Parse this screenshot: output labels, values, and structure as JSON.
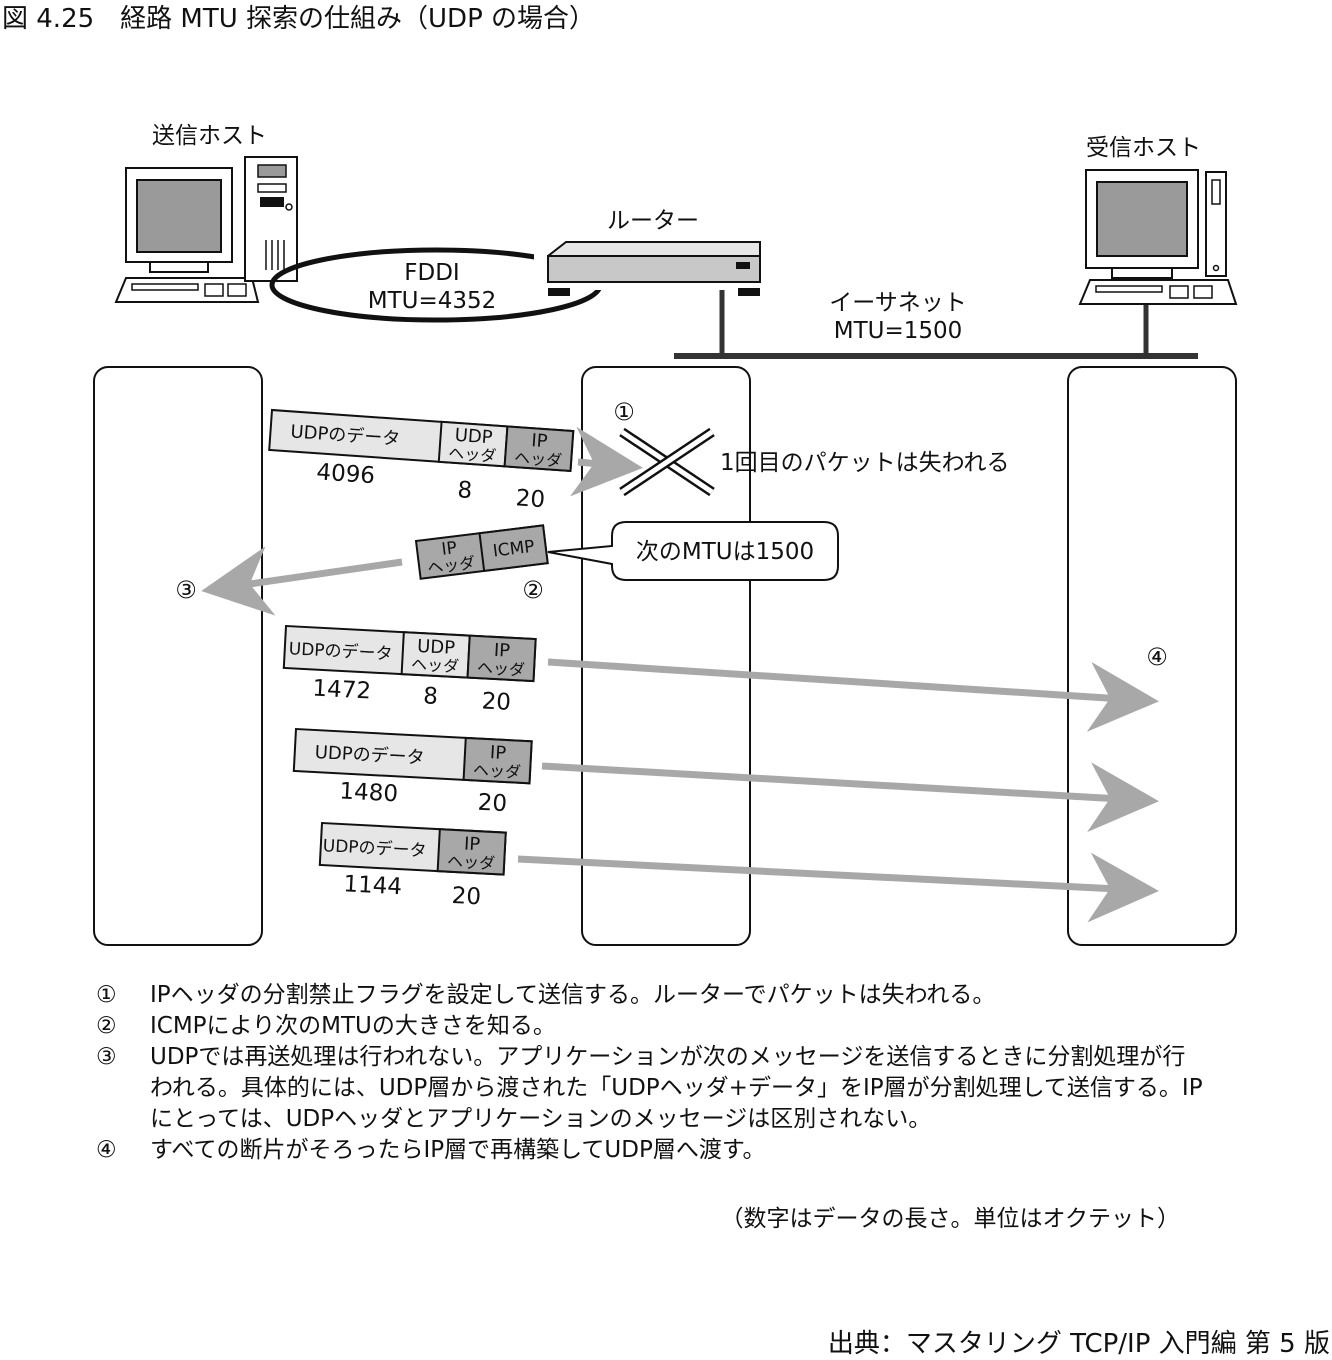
{
  "figure": {
    "title": "図 4.25　経路 MTU 探索の仕組み（UDP の場合）",
    "credit": "出典：マスタリング TCP/IP 入門編 第 5 版"
  },
  "hosts": {
    "sender": "送信ホスト",
    "receiver": "受信ホスト",
    "router": "ルーター"
  },
  "links": {
    "fddi_name": "FDDI",
    "fddi_mtu": "MTU=4352",
    "ethernet_name": "イーサネット",
    "ethernet_mtu": "MTU=1500"
  },
  "markers": {
    "m1": "①",
    "m2": "②",
    "m3": "③",
    "m4": "④"
  },
  "callouts": {
    "lost": "1回目のパケットは失われる",
    "next_mtu": "次のMTUは1500"
  },
  "packets": {
    "first": {
      "data_label": "UDPのデータ",
      "udp_label_1": "UDP",
      "udp_label_2": "ヘッダ",
      "ip_label_1": "IP",
      "ip_label_2": "ヘッダ",
      "data_size": "4096",
      "udp_size": "8",
      "ip_size": "20"
    },
    "icmp": {
      "ip_label_1": "IP",
      "ip_label_2": "ヘッダ",
      "icmp_label": "ICMP"
    },
    "frag1": {
      "data_label": "UDPのデータ",
      "udp_label_1": "UDP",
      "udp_label_2": "ヘッダ",
      "ip_label_1": "IP",
      "ip_label_2": "ヘッダ",
      "data_size": "1472",
      "udp_size": "8",
      "ip_size": "20"
    },
    "frag2": {
      "data_label": "UDPのデータ",
      "ip_label_1": "IP",
      "ip_label_2": "ヘッダ",
      "data_size": "1480",
      "ip_size": "20"
    },
    "frag3": {
      "data_label": "UDPのデータ",
      "ip_label_1": "IP",
      "ip_label_2": "ヘッダ",
      "data_size": "1144",
      "ip_size": "20"
    }
  },
  "colors": {
    "data_fill": "#e6e6e6",
    "header_fill": "#a8a8a8",
    "arrow": "#a8a8a8",
    "screen": "#9a9a9a"
  },
  "notes": [
    {
      "num": "①",
      "text": "IPヘッダの分割禁止フラグを設定して送信する。ルーターでパケットは失われる。"
    },
    {
      "num": "②",
      "text": "ICMPにより次のMTUの大きさを知る。"
    },
    {
      "num": "③",
      "text": "UDPでは再送処理は行われない。アプリケーションが次のメッセージを送信するときに分割処理が行われる。具体的には、UDP層から渡された「UDPヘッダ+データ」をIP層が分割処理して送信する。IPにとっては、UDPヘッダとアプリケーションのメッセージは区別されない。"
    },
    {
      "num": "④",
      "text": "すべての断片がそろったらIP層で再構築してUDP層へ渡す。"
    }
  ],
  "unit_note": "（数字はデータの長さ。単位はオクテット）"
}
